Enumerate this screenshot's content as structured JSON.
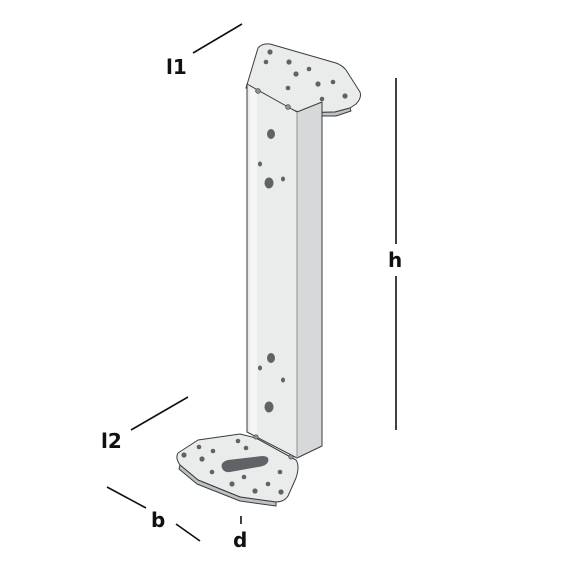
{
  "labels": {
    "l1": "l1",
    "l2": "l2",
    "h": "h",
    "b": "b",
    "d": "d"
  },
  "colors": {
    "line": "#111111",
    "metal_light": "#eaebeb",
    "metal_mid": "#d6d8d9",
    "metal_dark": "#bfc2c4",
    "hole": "#5f6366",
    "outline": "#3a3d40"
  }
}
